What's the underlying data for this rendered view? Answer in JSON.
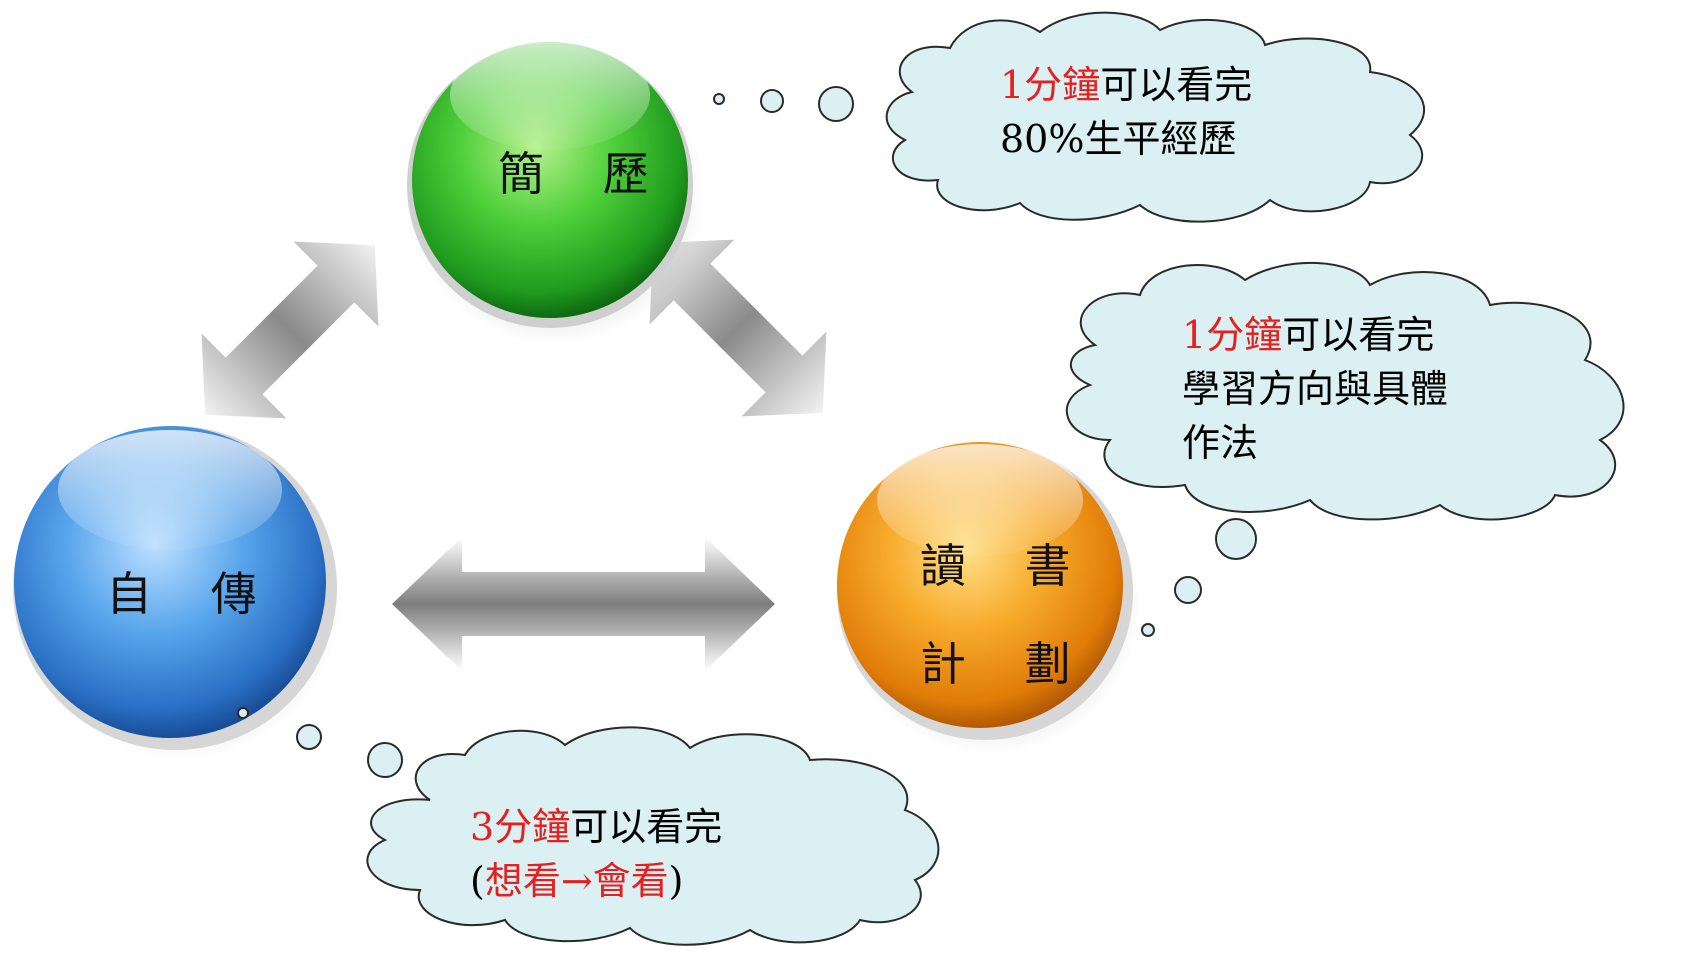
{
  "colors": {
    "highlight": "#e61f1f",
    "cloud_fill": "#daf0f3",
    "cloud_stroke": "#2a2a2a",
    "node_green": "#2fb82a",
    "node_blue": "#3f89d6",
    "node_orange": "#f08f0c",
    "arrow": "#9a9a9a"
  },
  "nodes": {
    "resume": {
      "label": "簡 歷"
    },
    "autobiography": {
      "label": "自 傳"
    },
    "study_plan": {
      "label_line1": "讀 書",
      "label_line2": "計 劃"
    }
  },
  "clouds": {
    "resume": {
      "line1_highlight": "1分鐘",
      "line1_rest": "可以看完",
      "line2": "80%生平經歷"
    },
    "study_plan": {
      "line1_highlight": "1分鐘",
      "line1_rest": "可以看完",
      "line2": "學習方向與具體",
      "line3": "作法"
    },
    "autobiography": {
      "line1_highlight": "3分鐘",
      "line1_rest": "可以看完",
      "line2_open": "(",
      "line2_highlight": "想看→會看",
      "line2_close": ")"
    }
  },
  "icons": {
    "arrow_resume_autobiography": "double-arrow-icon",
    "arrow_resume_study_plan": "double-arrow-icon",
    "arrow_autobiography_study_plan": "double-arrow-icon"
  }
}
